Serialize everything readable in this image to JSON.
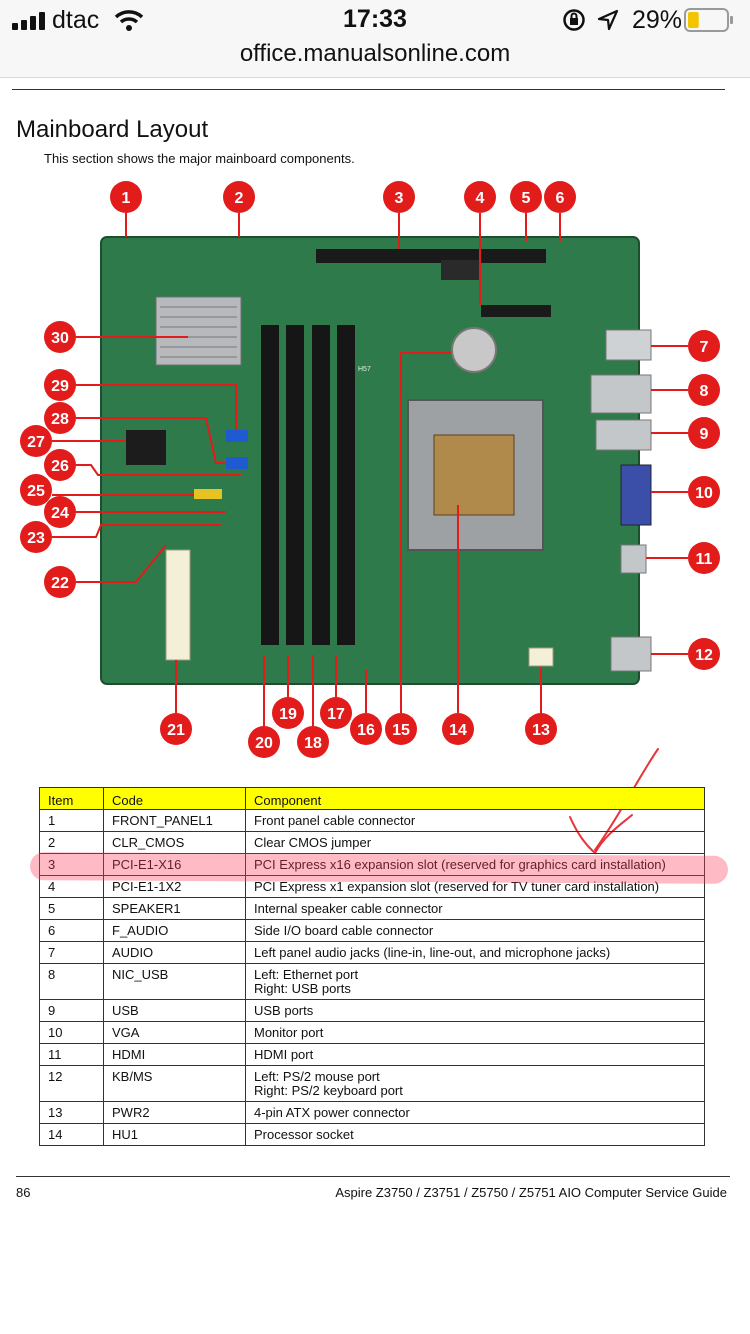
{
  "status": {
    "carrier": "dtac",
    "time": "17:33",
    "battery_percent": "29%",
    "battery_level": 0.29,
    "icons": [
      "signal-icon",
      "wifi-icon",
      "orientation-lock-icon",
      "location-icon",
      "battery-icon"
    ]
  },
  "browser": {
    "url": "office.manualsonline.com"
  },
  "document": {
    "title": "Mainboard Layout",
    "subtitle": "This section shows the major mainboard components.",
    "callouts": [
      "1",
      "2",
      "3",
      "4",
      "5",
      "6",
      "7",
      "8",
      "9",
      "10",
      "11",
      "12",
      "13",
      "14",
      "15",
      "16",
      "17",
      "18",
      "19",
      "20",
      "21",
      "22",
      "23",
      "24",
      "25",
      "26",
      "27",
      "28",
      "29",
      "30"
    ],
    "board_chip_label": "H57"
  },
  "table": {
    "headers": [
      "Item",
      "Code",
      "Component"
    ],
    "rows": [
      {
        "item": "1",
        "code": "FRONT_PANEL1",
        "component": "Front panel cable connector"
      },
      {
        "item": "2",
        "code": "CLR_CMOS",
        "component": "Clear CMOS jumper"
      },
      {
        "item": "3",
        "code": "PCI-E1-X16",
        "component": "PCI Express x16 expansion slot (reserved for graphics card installation)"
      },
      {
        "item": "4",
        "code": "PCI-E1-1X2",
        "component": "PCI Express x1 expansion slot (reserved for TV tuner card installation)"
      },
      {
        "item": "5",
        "code": "SPEAKER1",
        "component": "Internal speaker cable connector"
      },
      {
        "item": "6",
        "code": "F_AUDIO",
        "component": "Side I/O board cable connector"
      },
      {
        "item": "7",
        "code": "AUDIO",
        "component": "Left panel audio jacks (line-in, line-out, and microphone jacks)"
      },
      {
        "item": "8",
        "code": "NIC_USB",
        "component": "Left: Ethernet port\nRight: USB ports"
      },
      {
        "item": "9",
        "code": "USB",
        "component": "USB ports"
      },
      {
        "item": "10",
        "code": "VGA",
        "component": "Monitor port"
      },
      {
        "item": "11",
        "code": "HDMI",
        "component": "HDMI port"
      },
      {
        "item": "12",
        "code": "KB/MS",
        "component": "Left: PS/2 mouse port\nRight: PS/2 keyboard port"
      },
      {
        "item": "13",
        "code": "PWR2",
        "component": "4-pin ATX power connector"
      },
      {
        "item": "14",
        "code": "HU1",
        "component": "Processor socket"
      }
    ]
  },
  "footer": {
    "page_number": "86",
    "guide_title": "Aspire Z3750 / Z3751 / Z5750 / Z5751 AIO Computer Service Guide"
  },
  "colors": {
    "board_green": "#2f7a4a",
    "callout_red": "#e21b1b",
    "table_header": "#ffff00",
    "highlight": "#ff3c5a"
  }
}
